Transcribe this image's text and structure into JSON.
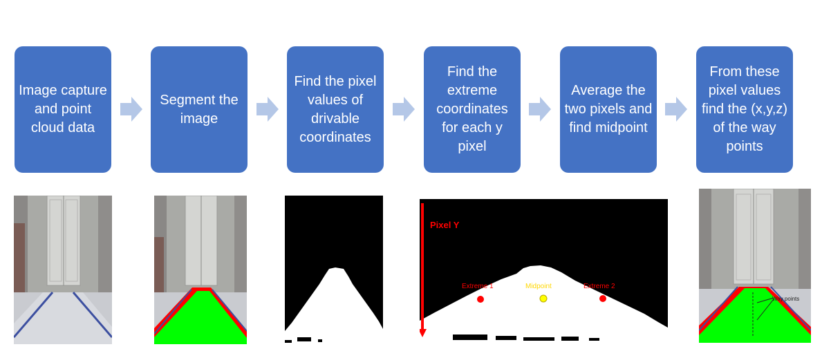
{
  "steps": [
    {
      "label": "Image capture and point cloud data"
    },
    {
      "label": "Segment the image"
    },
    {
      "label": "Find the pixel values of drivable coordinates"
    },
    {
      "label": "Find the extreme coordinates for each y pixel"
    },
    {
      "label": "Average the two pixels and find midpoint"
    },
    {
      "label": "From these pixel values find the (x,y,z) of the way points"
    }
  ],
  "extreme_panel": {
    "axis_label": "Pixel Y",
    "extreme1": "Extreme 1",
    "midpoint": "Midpoint",
    "extreme2": "Extreme 2"
  },
  "waypoints_panel": {
    "label": "Way points"
  },
  "colors": {
    "box": "#4472C4",
    "arrow": "#B4C7E7",
    "drivable": "#00FF00",
    "edge": "#FF0000",
    "midpoint": "#FFFF00"
  }
}
